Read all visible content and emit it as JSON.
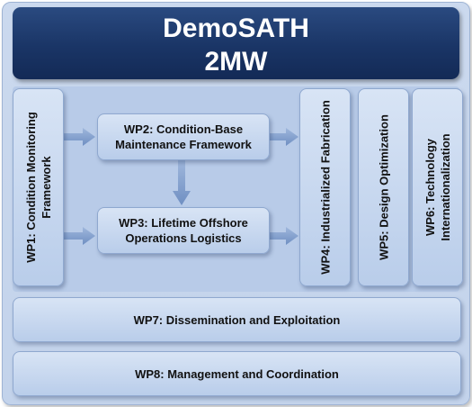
{
  "title": {
    "line1": "DemoSATH",
    "line2": "2MW"
  },
  "work_packages": {
    "wp1": {
      "line1": "WP1:  Condition Monitoring",
      "line2": "Framework"
    },
    "wp2": {
      "line1": "WP2:  Condition-Base",
      "line2": "Maintenance Framework"
    },
    "wp3": {
      "line1": "WP3: Lifetime Offshore",
      "line2": "Operations Logistics"
    },
    "wp4": {
      "label": "WP4: Industrialized Fabrication"
    },
    "wp5": {
      "label": "WP5: Design Optimization"
    },
    "wp6": {
      "line1": "WP6: Technology",
      "line2": "Internationalization"
    },
    "wp7": {
      "label": "WP7: Dissemination and Exploitation"
    },
    "wp8": {
      "label": "WP8: Management and Coordination"
    }
  },
  "colors": {
    "title_bg": "#1a3566",
    "frame_bg": "#c3d3eb",
    "box_bg": "#c8d8ef",
    "arrow": "#7f9ccc"
  }
}
